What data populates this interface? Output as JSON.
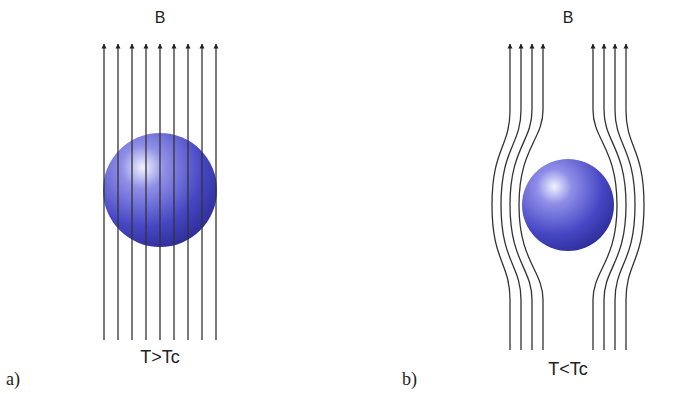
{
  "diagram": {
    "labels": [
      "B",
      "T>Tc",
      "a)",
      "B",
      "T<Tc",
      "b)"
    ]
  }
}
